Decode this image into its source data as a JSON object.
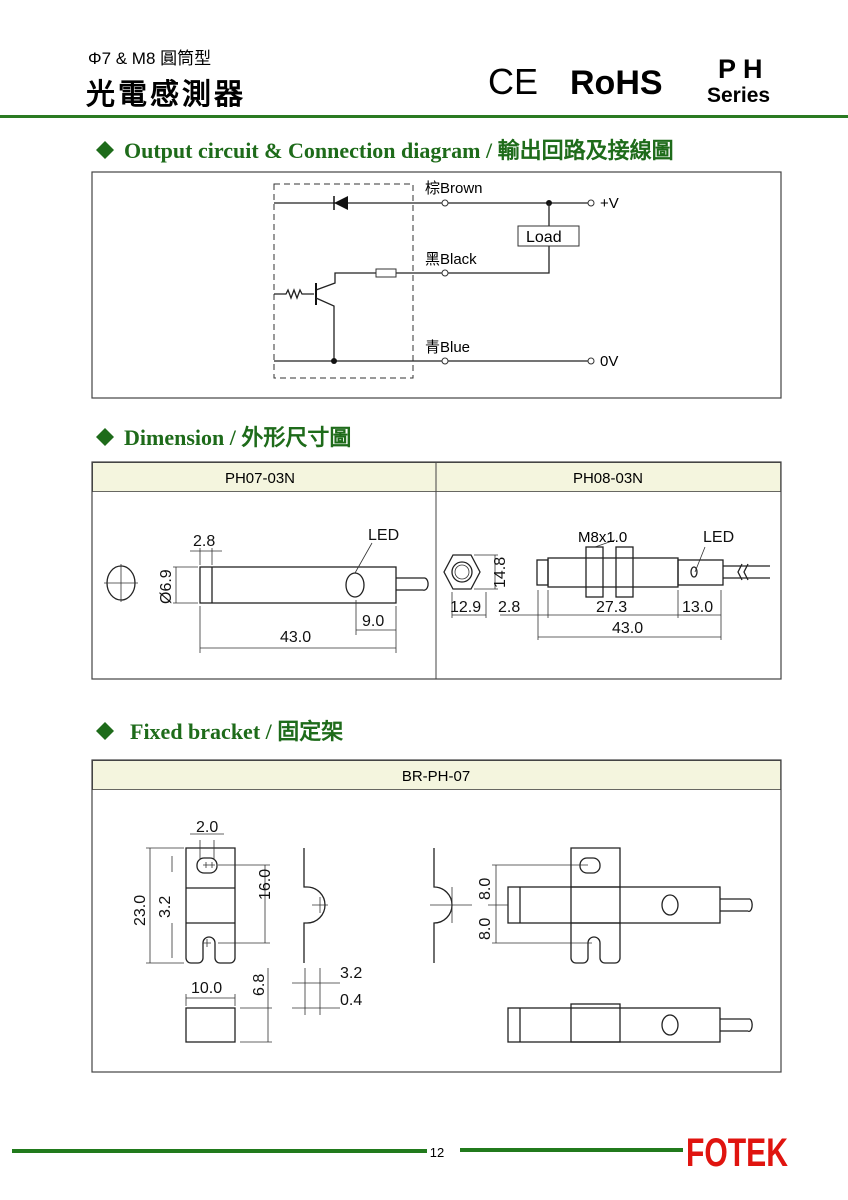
{
  "header": {
    "model_line": "Φ7 & M8 圓筒型",
    "title": "光電感測器",
    "ce_mark": "CE",
    "rohs_mark": "RoHS",
    "series_code": "P H",
    "series_label": "Series"
  },
  "sections": {
    "output": {
      "heading": "Output circuit & Connection diagram / 輸出回路及接線圖",
      "wires": {
        "brown": "棕Brown",
        "black": "黑Black",
        "blue": "青Blue"
      },
      "load": "Load",
      "plus_v": "+V",
      "zero_v": "0V"
    },
    "dimension": {
      "heading": "Dimension  /  外形尺寸圖",
      "ph07": {
        "title": "PH07-03N",
        "led": "LED",
        "d1": "2.8",
        "dia": "Ø6.9",
        "len": "43.0",
        "led_pos": "9.0"
      },
      "ph08": {
        "title": "PH08-03N",
        "thread": "M8x1.0",
        "led": "LED",
        "hex_h": "14.8",
        "hex_w": "12.9",
        "d1": "2.8",
        "d2": "27.3",
        "d3": "13.0",
        "len": "43.0"
      }
    },
    "bracket": {
      "heading": "Fixed bracket / 固定架",
      "title": "BR-PH-07",
      "dims": {
        "slot": "2.0",
        "height": "23.0",
        "offset": "3.2",
        "pitch": "16.0",
        "width": "10.0",
        "depth": "6.8",
        "radius": "3.2",
        "thickness": "0.4",
        "half1": "8.0",
        "half2": "8.0"
      }
    }
  },
  "footer": {
    "page": "12",
    "brand": "FOTEK"
  },
  "colors": {
    "green": "#1e6b1a",
    "brand_red": "#e0140f",
    "table_header": "#f4f5de"
  }
}
